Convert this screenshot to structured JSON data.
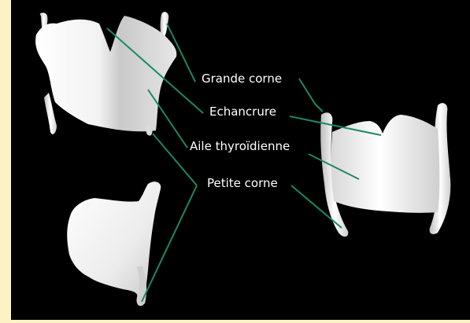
{
  "labels": {
    "grande_corne": "Grande corne",
    "echancrure": "Echancrure",
    "aile_thyroidienne": "Aile thyroïdienne",
    "petite_corne": "Petite corne"
  },
  "colors": {
    "background": "#000000",
    "border": "#fdf2c4",
    "leader_line": "#1a8a62",
    "cartilage": "#eeeeee",
    "label_text": "#ffffff"
  }
}
